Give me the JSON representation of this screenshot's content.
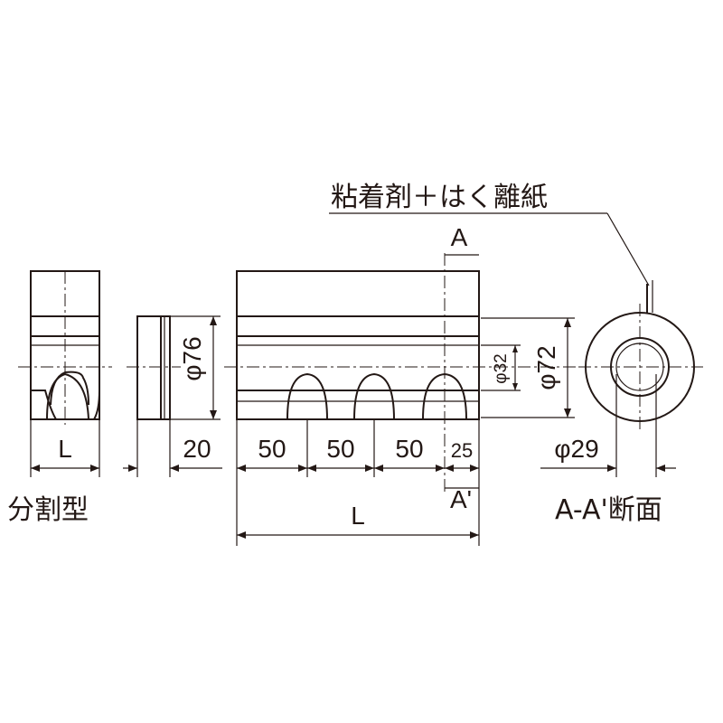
{
  "labels": {
    "callout": "粘着剤＋はく離紙",
    "section_mark_top": "A",
    "section_mark_bottom": "A'",
    "split_type": "分割型",
    "section_view": "A-A'断面"
  },
  "dimensions": {
    "small_L": "L",
    "thickness": "20",
    "pitch_1": "50",
    "pitch_2": "50",
    "pitch_3": "50",
    "end_offset": "25",
    "total_L": "L",
    "outer_height": "φ76",
    "groove_dia": "φ32",
    "main_height": "φ72",
    "hole_dia": "φ29"
  }
}
